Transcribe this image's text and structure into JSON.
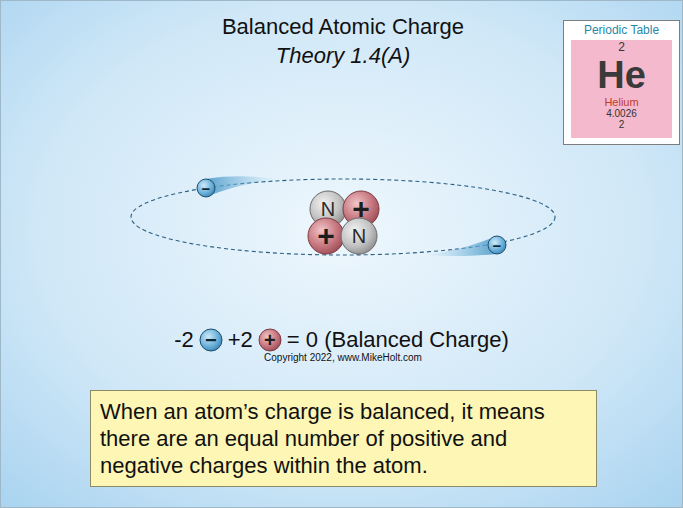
{
  "diagram": {
    "title": "Balanced Atomic Charge",
    "nodes": [
      {
        "text": [
          "Periodic Table",
          "2",
          "He",
          "Helium",
          "4.0026",
          "2"
        ]
      },
      {
        "text": [
          "N"
        ]
      },
      {
        "text": [
          "+"
        ]
      },
      {
        "text": [
          "+"
        ]
      },
      {
        "text": [
          "N"
        ]
      },
      {
        "text": [
          "−"
        ]
      },
      {
        "text": [
          "−"
        ]
      },
      {
        "text": [
          "−"
        ]
      },
      {
        "text": [
          "+"
        ]
      },
      {
        "text": [
          "When an atom’s charge is balanced, it means there are an equal number of positive and negative charges within the atom."
        ]
      }
    ],
    "labels": [
      "Theory 1.4(A)",
      "-2",
      "+2",
      "= 0 (Balanced Charge)",
      "Copyright 2022, www.MikeHolt.com"
    ]
  }
}
